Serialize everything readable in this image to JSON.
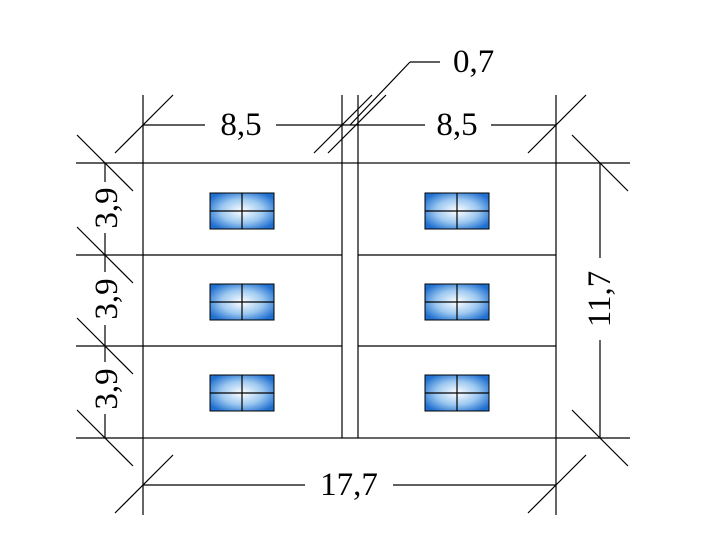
{
  "dimensions": {
    "top_left": "8,5",
    "top_right": "8,5",
    "gap": "0,7",
    "bottom_total": "17,7",
    "left_row_top": "3,9",
    "left_row_middle": "3,9",
    "left_row_bottom": "3,9",
    "right_total": "11,7"
  },
  "colors": {
    "line": "#000000",
    "window_center": "#ffffff",
    "window_edge": "#1f6fd0"
  },
  "layout_grid": {
    "columns": 2,
    "rows": 3
  }
}
